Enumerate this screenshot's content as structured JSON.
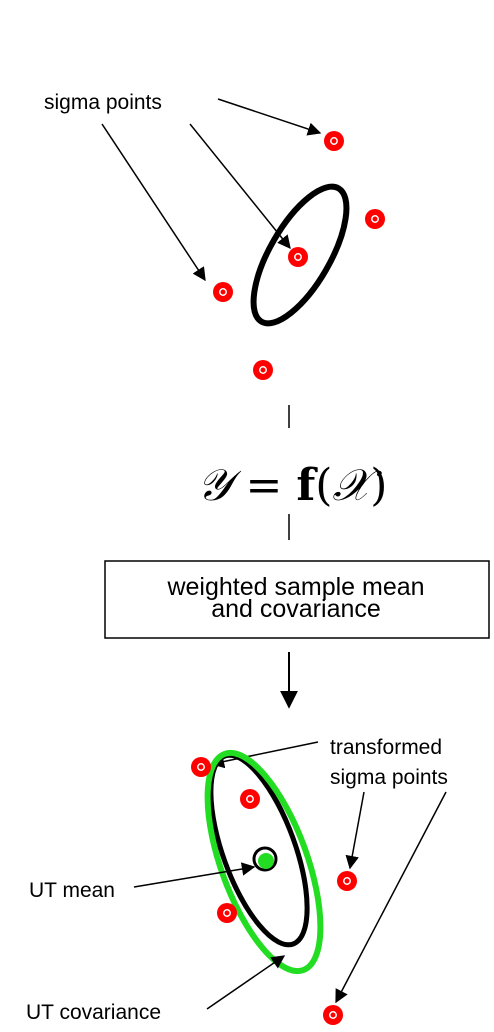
{
  "labels": {
    "sigma_points": "sigma points",
    "transformed_line1": "transformed",
    "transformed_line2": "sigma points",
    "ut_mean": "UT mean",
    "ut_covariance": "UT covariance"
  },
  "equation": {
    "lhs": "𝒴",
    "equals": " = ",
    "func": "f",
    "open": "(",
    "arg": "𝒳",
    "close": ")"
  },
  "box": {
    "line1": "weighted sample mean",
    "line2": "and covariance"
  },
  "colors": {
    "point_fill": "#ff0000",
    "point_ring": "#ffffff",
    "ellipse": "#000000",
    "ut_covariance": "#22dd22",
    "ut_mean": "#22dd22"
  },
  "icons": {
    "sigma_point": "red-dot-with-white-ring",
    "arrow": "arrowhead"
  }
}
